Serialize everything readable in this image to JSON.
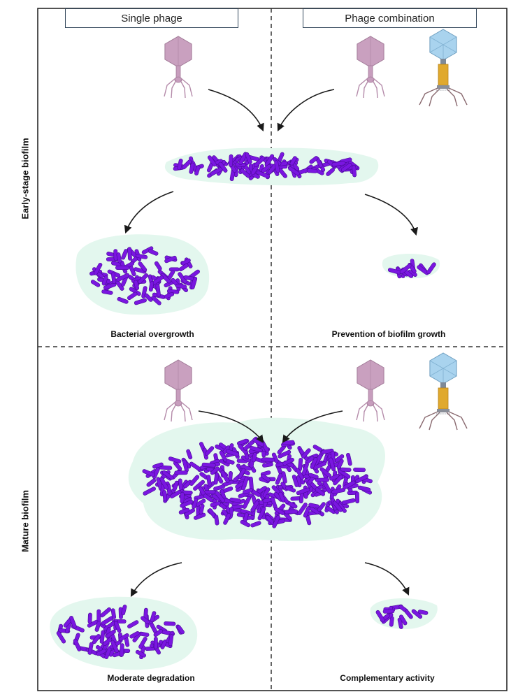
{
  "columns": {
    "left_header": "Single phage",
    "right_header": "Phage combination"
  },
  "rows": {
    "top_label": "Early-stage biofilm",
    "bottom_label": "Mature biofilm"
  },
  "captions": {
    "top_left": "Bacterial overgrowth",
    "top_right": "Prevention of biofilm growth",
    "bottom_left": "Moderate degradation",
    "bottom_right": "Complementary activity"
  },
  "colors": {
    "bacteria": "#7a16e0",
    "biofilm_matrix": "#e3f7ee",
    "phage_pink": "#c9a0bf",
    "phage_blue": "#a9d3ee",
    "phage_tail_gold": "#e0a92e",
    "arrow": "#1a1a1a",
    "frame": "#1a1a1a"
  },
  "icons": {
    "single_phage": "phage-icon",
    "second_phage": "t4-phage-icon"
  }
}
